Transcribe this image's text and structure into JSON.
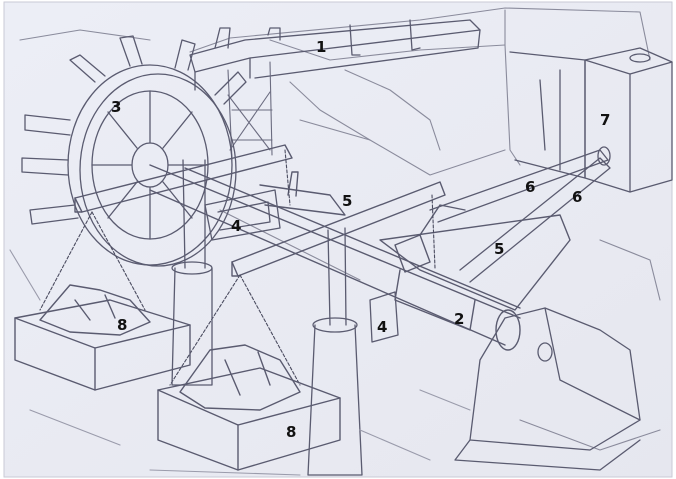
{
  "paper_color": "#ecedf5",
  "ink_color": "#55566a",
  "label_color": "#111111",
  "labels": {
    "axle": "2",
    "shaft_top": "1",
    "waterwheel": "3",
    "cam_left": "4",
    "cam_right": "4",
    "lever_left": "5",
    "lever_right": "5",
    "rod_left": "6",
    "rod_right": "6",
    "pillar": "7",
    "weight_left": "8",
    "weight_right": "8"
  }
}
